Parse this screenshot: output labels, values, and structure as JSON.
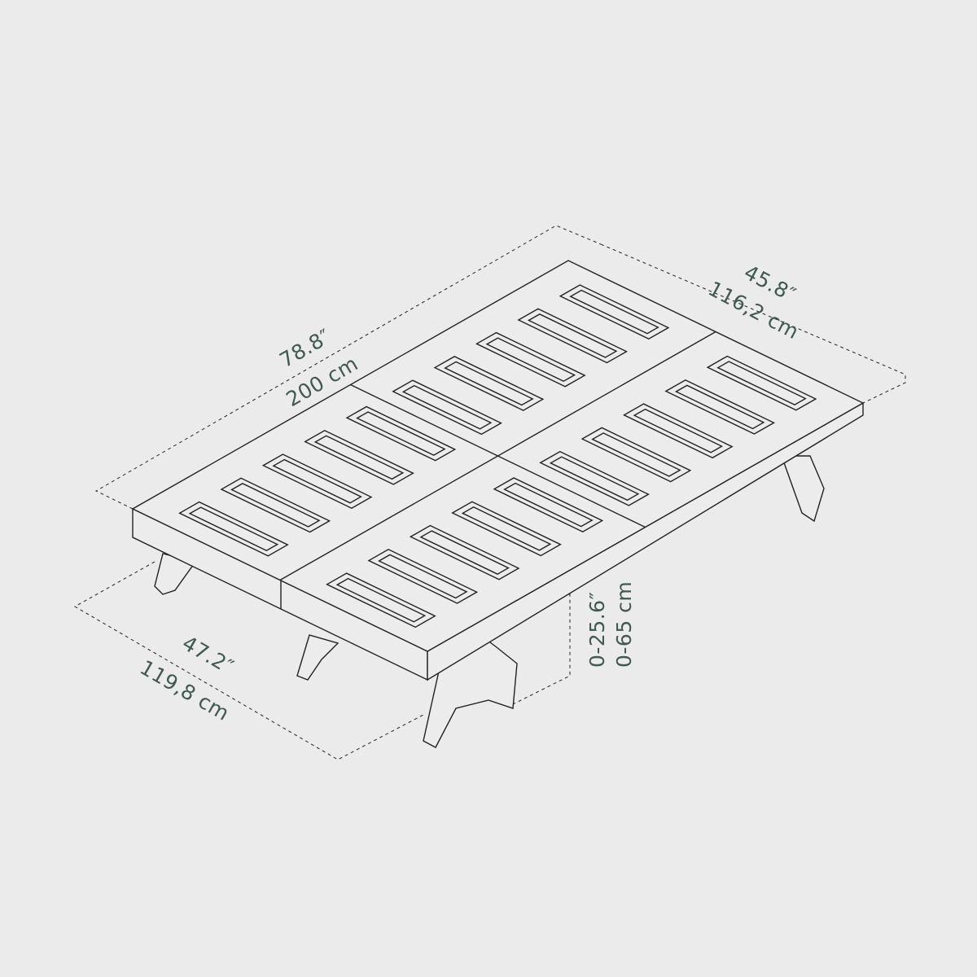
{
  "colors": {
    "background": "#ebebeb",
    "label": "#3f5a4f",
    "line": "#222222"
  },
  "dimensions": {
    "length_in": "78.8″",
    "length_cm": "200 cm",
    "width_back_in": "45.8″",
    "width_back_cm": "116,2 cm",
    "width_front_in": "47.2″",
    "width_front_cm": "119,8 cm",
    "height_in": "0-25.6″",
    "height_cm": "0-65 cm"
  }
}
